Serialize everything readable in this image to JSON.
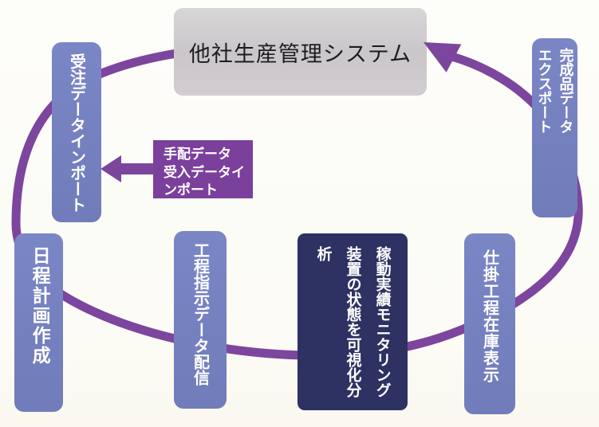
{
  "colors": {
    "ring_purple": "#7c459e",
    "node_blue": "#7480c0",
    "import_purple": "#7b3f9c",
    "monitor_navy": "#2d3263",
    "system_gray": "#cdc9cc"
  },
  "diagram": {
    "system_box": {
      "label": "他社生産管理システム"
    },
    "order_import": {
      "label": "受注データインポート"
    },
    "arrange_import": {
      "label": "手配データ\n受入データイ\nンポート"
    },
    "finished_export": {
      "label": "完成品データ\nエクスポート"
    },
    "schedule_plan": {
      "label": "日程計画作成"
    },
    "process_instruction": {
      "label": "工程指示データ配信"
    },
    "operation_monitoring": {
      "label": "稼動実績モニタリング\n装置の状態を可視化分析"
    },
    "wip_inventory": {
      "label": "仕掛工程在庫表示"
    }
  }
}
